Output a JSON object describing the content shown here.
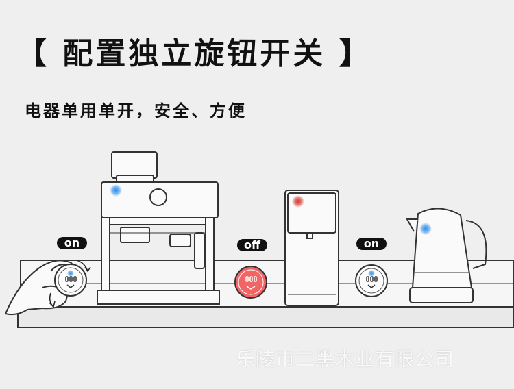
{
  "heading": {
    "title": "【 配置独立旋钮开关 】",
    "subtitle": "电器单用单开，安全、方便"
  },
  "switches": [
    {
      "label": "on",
      "state": "on",
      "indicator_color": "#2f8fe8"
    },
    {
      "label": "off",
      "state": "off",
      "indicator_color": "#e84a4a"
    },
    {
      "label": "on",
      "state": "on",
      "indicator_color": "#2f8fe8"
    }
  ],
  "appliance_indicators": {
    "coffee_machine": "#2f8fe8",
    "water_dispenser": "#e84a4a",
    "kettle": "#2f8fe8"
  },
  "watermark": "乐陵市二黑木业有限公司"
}
